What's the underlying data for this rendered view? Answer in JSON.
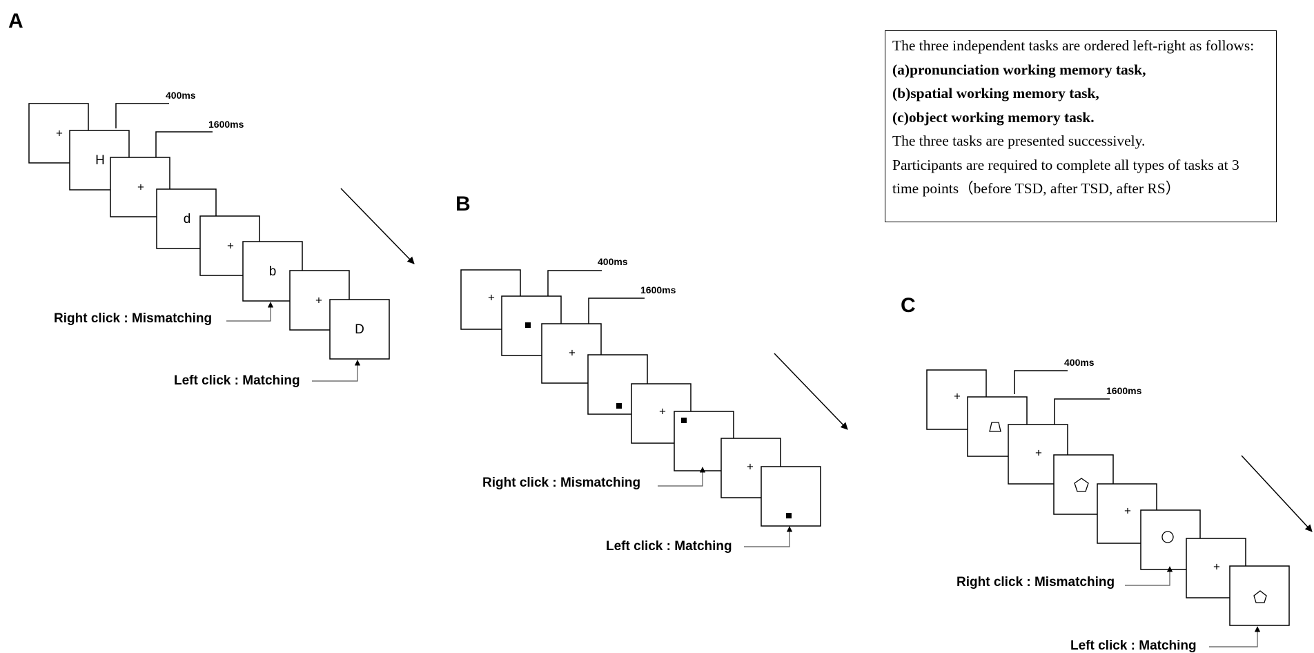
{
  "panels": {
    "A": {
      "label": "A",
      "timing_short": "400ms",
      "timing_long": "1600ms",
      "stimuli": [
        "+",
        "H",
        "+",
        "d",
        "+",
        "b",
        "+",
        "D"
      ],
      "mismatch_label": "Right click : Mismatching",
      "match_label": "Left click : Matching"
    },
    "B": {
      "label": "B",
      "timing_short": "400ms",
      "timing_long": "1600ms",
      "stimuli": [
        "+",
        "square",
        "+",
        "square",
        "+",
        "square",
        "+",
        "square"
      ],
      "mismatch_label": "Right click : Mismatching",
      "match_label": "Left click : Matching"
    },
    "C": {
      "label": "C",
      "timing_short": "400ms",
      "timing_long": "1600ms",
      "stimuli": [
        "+",
        "trapezoid",
        "+",
        "pentagon",
        "+",
        "circle",
        "+",
        "pentagon"
      ],
      "mismatch_label": "Right click : Mismatching",
      "match_label": "Left click : Matching"
    }
  },
  "description": {
    "intro": "The three independent tasks are ordered left-right as follows:",
    "task_a": "(a)pronunciation working memory task,",
    "task_b": "(b)spatial working memory task,",
    "task_c": "(c)object working memory task.",
    "line_successive": "The three tasks are presented successively.",
    "line_required": "Participants are required to complete all types of tasks at 3 time points（before TSD, after TSD, after RS）"
  }
}
